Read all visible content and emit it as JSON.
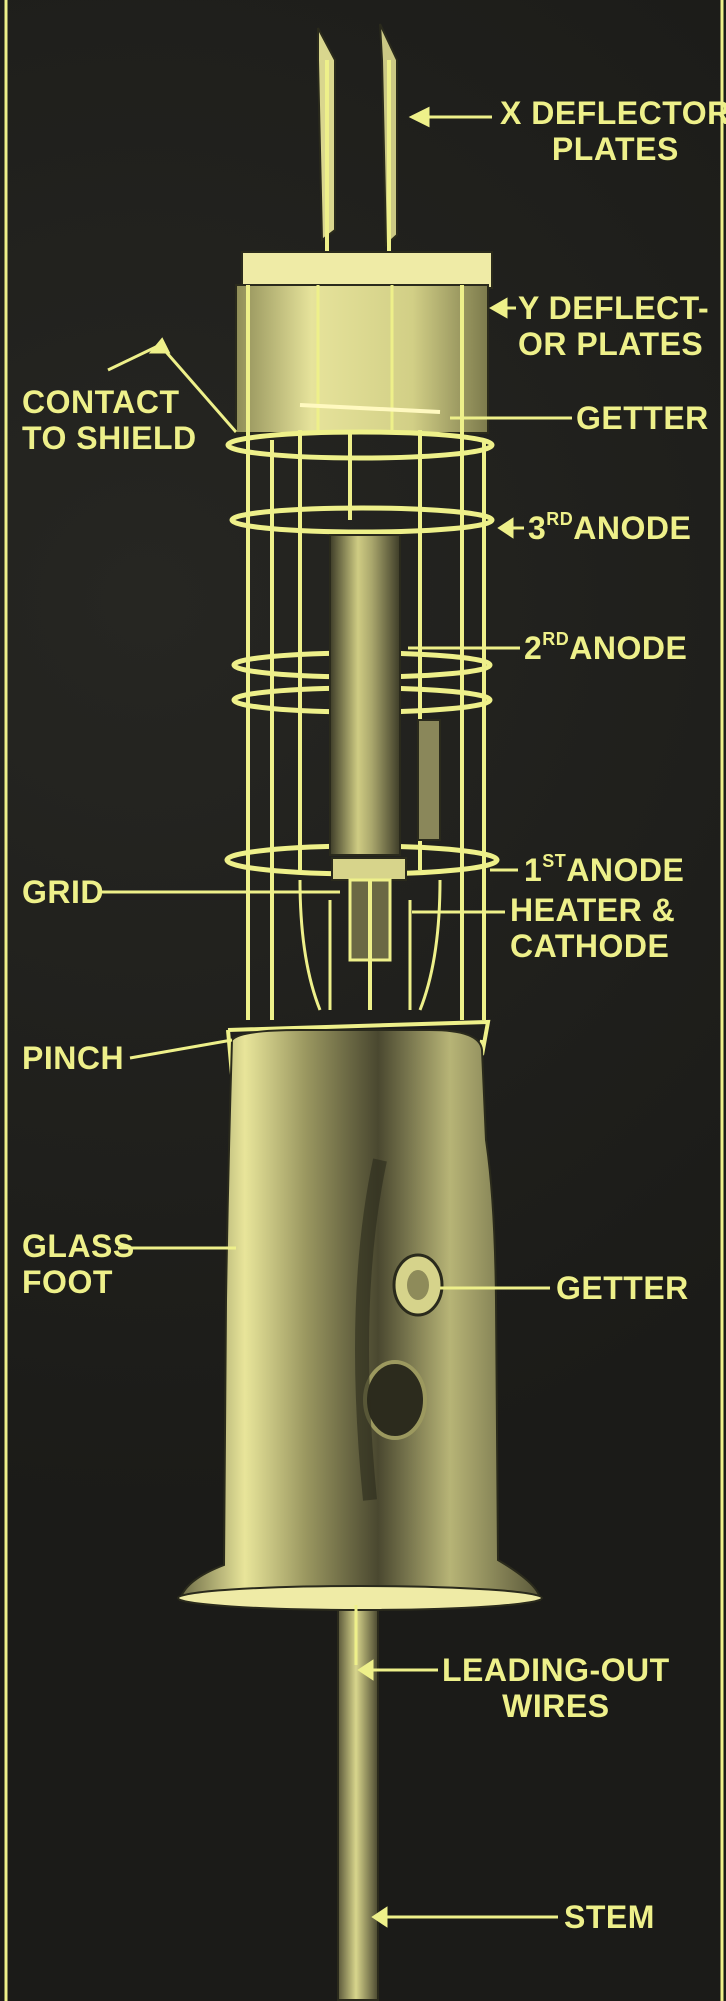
{
  "palette": {
    "background": "#1b1b18",
    "ink": "#eef08a",
    "tube_glow": "#f2efa0"
  },
  "labels": {
    "x_deflector": [
      "X DEFLECTOR",
      "PLATES"
    ],
    "y_deflector": [
      "Y DEFLECT-",
      "OR PLATES"
    ],
    "contact_to_shield": [
      "CONTACT",
      "TO SHIELD"
    ],
    "getter_top": "GETTER",
    "anode3": {
      "prefix": "3",
      "sup": "RD",
      "text": "ANODE"
    },
    "anode2": {
      "prefix": "2",
      "sup": "RD",
      "text": "ANODE"
    },
    "grid": "GRID",
    "anode1": {
      "prefix": "1",
      "sup": "ST",
      "text": "ANODE"
    },
    "heater_cathode": [
      "HEATER &",
      "CATHODE"
    ],
    "pinch": "PINCH",
    "glass_foot": [
      "GLASS",
      "FOOT"
    ],
    "getter_bottom": "GETTER",
    "leading_out_wires": [
      "LEADING-OUT",
      "WIRES"
    ],
    "stem": "STEM"
  }
}
